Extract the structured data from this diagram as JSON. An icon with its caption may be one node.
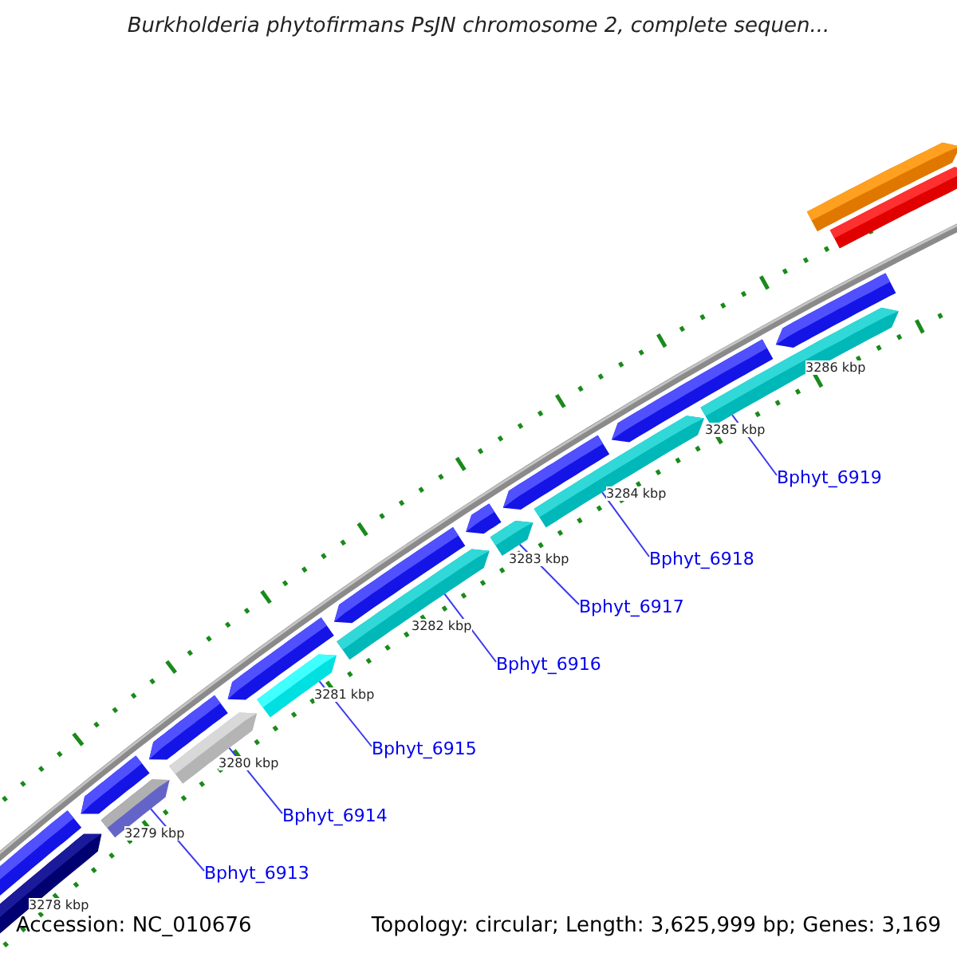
{
  "diagram": {
    "title": "Burkholderia phytofirmans PsJN chromosome 2, complete sequen...",
    "nodes": [
      {
        "text": [
          "Bphyt_6913"
        ]
      },
      {
        "text": [
          "Bphyt_6914"
        ]
      },
      {
        "text": [
          "Bphyt_6915"
        ]
      },
      {
        "text": [
          "Bphyt_6916"
        ]
      },
      {
        "text": [
          "Bphyt_6917"
        ]
      },
      {
        "text": [
          "Bphyt_6918"
        ]
      },
      {
        "text": [
          "Bphyt_6919"
        ]
      },
      {
        "text": [],
        "shape": "bar"
      },
      {
        "text": [],
        "shape": "bar"
      },
      {
        "text": [],
        "shape": "bar"
      },
      {
        "text": [],
        "shape": "bar"
      },
      {
        "text": [],
        "shape": "bar"
      },
      {
        "text": [],
        "shape": "bar"
      },
      {
        "text": [],
        "shape": "bar"
      }
    ],
    "edges": [
      {
        "from": 0,
        "to": 7,
        "arrow": "none"
      },
      {
        "from": 1,
        "to": 8,
        "arrow": "none"
      },
      {
        "from": 2,
        "to": 9,
        "arrow": "none"
      },
      {
        "from": 3,
        "to": 10,
        "arrow": "none"
      },
      {
        "from": 4,
        "to": 11,
        "arrow": "none"
      },
      {
        "from": 5,
        "to": 12,
        "arrow": "none"
      },
      {
        "from": 6,
        "to": 13,
        "arrow": "none"
      }
    ],
    "labels": [
      "3278 kbp",
      "3279 kbp",
      "3280 kbp",
      "3281 kbp",
      "3282 kbp",
      "3283 kbp",
      "3284 kbp",
      "3285 kbp",
      "3286 kbp",
      "Accession: NC_010676",
      "Topology: circular; Length: 3,625,999 bp; Genes: 3,169"
    ]
  }
}
